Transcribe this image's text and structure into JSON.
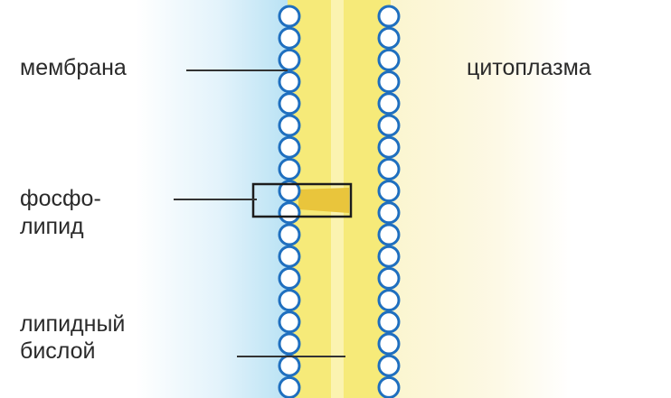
{
  "labels": {
    "membrane": "мембрана",
    "cytoplasm": "цитоплазма",
    "phospholipid_line1": "фосфо-",
    "phospholipid_line2": "липид",
    "bilayer_line1": "липидный",
    "bilayer_line2": "бислой"
  },
  "colors": {
    "outside_blue": "#c6e8f6",
    "lipid_yellow": "#f7ec7a",
    "tail_yellow": "#ecd34a",
    "cytoplasm_cream": "#fbf6d6",
    "head_stroke": "#1f6fbf",
    "pointer_line": "#333333"
  }
}
